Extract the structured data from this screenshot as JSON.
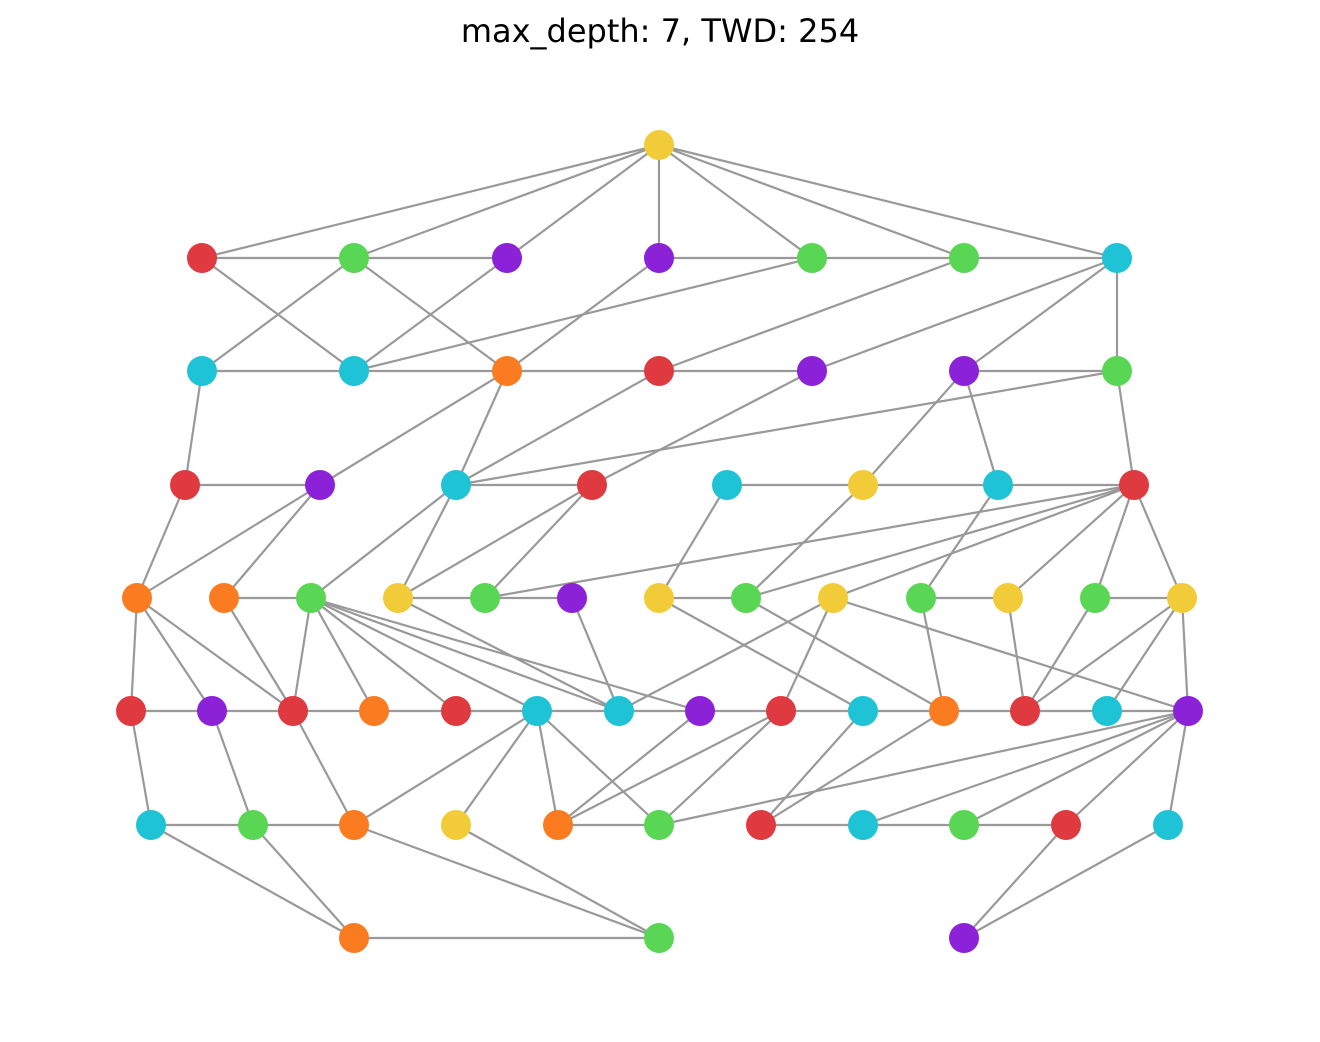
{
  "title": "max_depth: 7, TWD: 254",
  "colors": {
    "yellow": "#f2cc38",
    "red": "#de3a40",
    "green": "#58d654",
    "purple": "#8b22d8",
    "cyan": "#1fc3d6",
    "orange": "#fb7b20",
    "edge": "#999999"
  },
  "graph": {
    "layers": [
      [
        "yellow"
      ],
      [
        "red",
        "green",
        "purple",
        "purple",
        "green",
        "green",
        "cyan"
      ],
      [
        "cyan",
        "cyan",
        "orange",
        "red",
        "purple",
        "purple",
        "green"
      ],
      [
        "red",
        "purple",
        "cyan",
        "red",
        "cyan",
        "yellow",
        "cyan",
        "red"
      ],
      [
        "orange",
        "orange",
        "green",
        "yellow",
        "green",
        "purple",
        "yellow",
        "green",
        "yellow",
        "green",
        "yellow",
        "green",
        "yellow"
      ],
      [
        "red",
        "purple",
        "red",
        "orange",
        "red",
        "cyan",
        "cyan",
        "purple",
        "red",
        "cyan",
        "orange",
        "red",
        "cyan",
        "purple"
      ],
      [
        "cyan",
        "green",
        "orange",
        "yellow",
        "orange",
        "green",
        "red",
        "cyan",
        "green",
        "red",
        "cyan"
      ],
      [
        "orange",
        "green",
        "purple"
      ]
    ],
    "edges": [
      [
        "0-0",
        "1-0"
      ],
      [
        "0-0",
        "1-1"
      ],
      [
        "0-0",
        "1-2"
      ],
      [
        "0-0",
        "1-3"
      ],
      [
        "0-0",
        "1-4"
      ],
      [
        "0-0",
        "1-5"
      ],
      [
        "0-0",
        "1-6"
      ],
      [
        "1-0",
        "1-1"
      ],
      [
        "1-1",
        "1-2"
      ],
      [
        "1-3",
        "1-4"
      ],
      [
        "1-4",
        "1-5"
      ],
      [
        "1-5",
        "1-6"
      ],
      [
        "1-0",
        "2-1"
      ],
      [
        "1-1",
        "2-0"
      ],
      [
        "1-1",
        "2-2"
      ],
      [
        "1-2",
        "2-1"
      ],
      [
        "1-4",
        "2-1"
      ],
      [
        "1-3",
        "2-2"
      ],
      [
        "1-5",
        "2-3"
      ],
      [
        "1-6",
        "2-4"
      ],
      [
        "1-6",
        "2-5"
      ],
      [
        "1-6",
        "2-6"
      ],
      [
        "2-0",
        "2-1"
      ],
      [
        "2-1",
        "2-2"
      ],
      [
        "2-2",
        "2-3"
      ],
      [
        "2-3",
        "2-4"
      ],
      [
        "2-5",
        "2-6"
      ],
      [
        "2-0",
        "3-0"
      ],
      [
        "2-2",
        "3-1"
      ],
      [
        "2-2",
        "3-2"
      ],
      [
        "2-3",
        "3-2"
      ],
      [
        "2-4",
        "3-3"
      ],
      [
        "2-6",
        "3-2"
      ],
      [
        "2-5",
        "3-5"
      ],
      [
        "2-5",
        "3-6"
      ],
      [
        "2-6",
        "3-7"
      ],
      [
        "3-0",
        "3-1"
      ],
      [
        "3-2",
        "3-3"
      ],
      [
        "3-4",
        "3-5"
      ],
      [
        "3-5",
        "3-6"
      ],
      [
        "3-6",
        "3-7"
      ],
      [
        "3-0",
        "4-0"
      ],
      [
        "3-1",
        "4-0"
      ],
      [
        "3-1",
        "4-1"
      ],
      [
        "3-2",
        "4-2"
      ],
      [
        "3-2",
        "4-3"
      ],
      [
        "3-3",
        "4-3"
      ],
      [
        "3-3",
        "4-4"
      ],
      [
        "3-4",
        "4-6"
      ],
      [
        "3-5",
        "4-7"
      ],
      [
        "3-6",
        "4-9"
      ],
      [
        "3-7",
        "4-4"
      ],
      [
        "3-7",
        "4-7"
      ],
      [
        "3-7",
        "4-8"
      ],
      [
        "3-7",
        "4-10"
      ],
      [
        "3-7",
        "4-11"
      ],
      [
        "3-7",
        "4-12"
      ],
      [
        "4-1",
        "4-2"
      ],
      [
        "4-3",
        "4-4"
      ],
      [
        "4-4",
        "4-5"
      ],
      [
        "4-6",
        "4-7"
      ],
      [
        "4-9",
        "4-10"
      ],
      [
        "4-11",
        "4-12"
      ],
      [
        "4-0",
        "5-0"
      ],
      [
        "4-0",
        "5-1"
      ],
      [
        "4-0",
        "5-2"
      ],
      [
        "4-1",
        "5-2"
      ],
      [
        "4-2",
        "5-2"
      ],
      [
        "4-2",
        "5-3"
      ],
      [
        "4-2",
        "5-4"
      ],
      [
        "4-2",
        "5-5"
      ],
      [
        "4-2",
        "5-6"
      ],
      [
        "4-2",
        "5-7"
      ],
      [
        "4-3",
        "5-6"
      ],
      [
        "4-5",
        "5-6"
      ],
      [
        "4-6",
        "5-9"
      ],
      [
        "4-7",
        "5-10"
      ],
      [
        "4-8",
        "5-6"
      ],
      [
        "4-8",
        "5-8"
      ],
      [
        "4-8",
        "5-13"
      ],
      [
        "4-9",
        "5-10"
      ],
      [
        "4-10",
        "5-11"
      ],
      [
        "4-11",
        "5-11"
      ],
      [
        "4-12",
        "5-11"
      ],
      [
        "4-12",
        "5-12"
      ],
      [
        "4-12",
        "5-13"
      ],
      [
        "5-0",
        "5-1"
      ],
      [
        "5-1",
        "5-2"
      ],
      [
        "5-2",
        "5-3"
      ],
      [
        "5-3",
        "5-4"
      ],
      [
        "5-4",
        "5-5"
      ],
      [
        "5-5",
        "5-6"
      ],
      [
        "5-6",
        "5-7"
      ],
      [
        "5-7",
        "5-8"
      ],
      [
        "5-8",
        "5-9"
      ],
      [
        "5-9",
        "5-10"
      ],
      [
        "5-10",
        "5-11"
      ],
      [
        "5-11",
        "5-12"
      ],
      [
        "5-12",
        "5-13"
      ],
      [
        "5-0",
        "6-0"
      ],
      [
        "5-1",
        "6-1"
      ],
      [
        "5-2",
        "6-2"
      ],
      [
        "5-5",
        "6-2"
      ],
      [
        "5-5",
        "6-3"
      ],
      [
        "5-5",
        "6-4"
      ],
      [
        "5-5",
        "6-5"
      ],
      [
        "5-7",
        "6-4"
      ],
      [
        "5-8",
        "6-4"
      ],
      [
        "5-8",
        "6-5"
      ],
      [
        "5-9",
        "6-6"
      ],
      [
        "5-10",
        "6-6"
      ],
      [
        "5-13",
        "6-5"
      ],
      [
        "5-13",
        "6-7"
      ],
      [
        "5-13",
        "6-8"
      ],
      [
        "5-13",
        "6-9"
      ],
      [
        "5-13",
        "6-10"
      ],
      [
        "6-0",
        "6-1"
      ],
      [
        "6-1",
        "6-2"
      ],
      [
        "6-4",
        "6-5"
      ],
      [
        "6-6",
        "6-7"
      ],
      [
        "6-7",
        "6-8"
      ],
      [
        "6-8",
        "6-9"
      ],
      [
        "6-0",
        "7-0"
      ],
      [
        "6-1",
        "7-0"
      ],
      [
        "6-2",
        "7-1"
      ],
      [
        "6-3",
        "7-1"
      ],
      [
        "6-9",
        "7-2"
      ],
      [
        "6-10",
        "7-2"
      ],
      [
        "7-0",
        "7-1"
      ]
    ]
  }
}
